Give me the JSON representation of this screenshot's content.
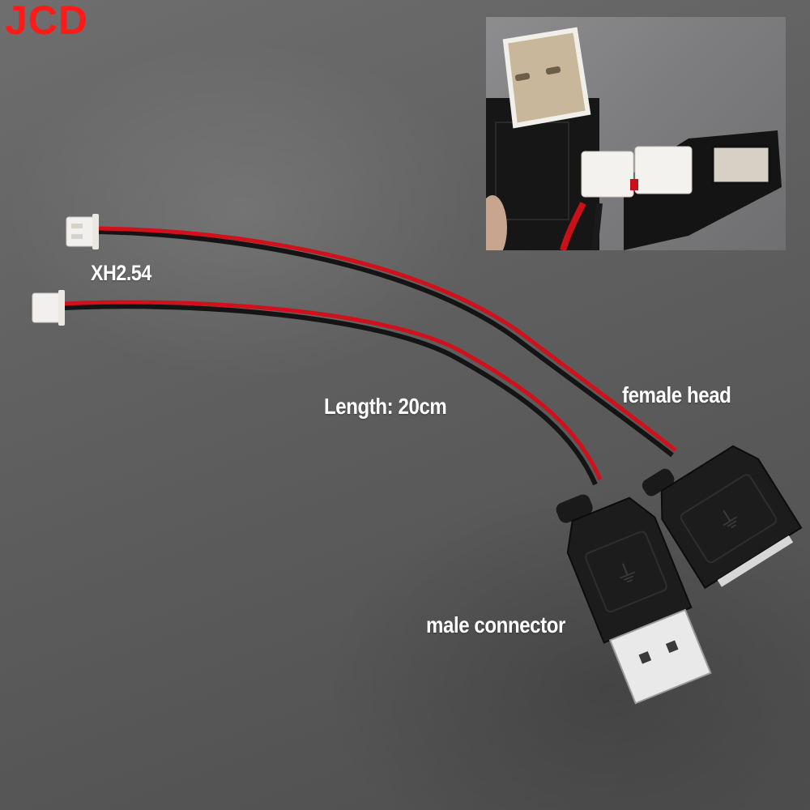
{
  "brand": {
    "text": "JCD",
    "color": "#ff1a1a"
  },
  "labels": {
    "connector_type": "XH2.54",
    "length": "Length: 20cm",
    "female": "female head",
    "male": "male connector"
  },
  "inset": {
    "description": "close-up of USB male and female plugs connected to white XH2.54 connectors"
  },
  "colors": {
    "background": "#616161",
    "wire_red": "#d0101a",
    "wire_black": "#141414",
    "plug_black": "#1c1c1c",
    "connector_white": "#f2f0ee",
    "label_text": "#ffffff"
  }
}
